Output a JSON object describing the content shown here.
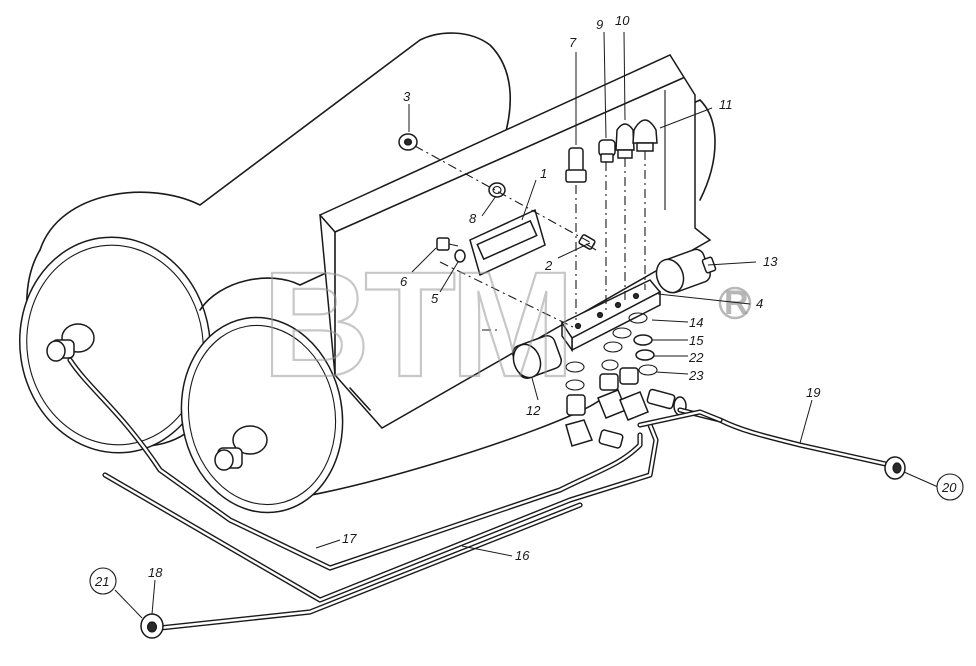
{
  "watermark": {
    "text": "BTM",
    "registered": "®"
  },
  "callouts": [
    {
      "id": "c1",
      "text": "1"
    },
    {
      "id": "c2",
      "text": "2"
    },
    {
      "id": "c3",
      "text": "3"
    },
    {
      "id": "c4",
      "text": "4"
    },
    {
      "id": "c5",
      "text": "5"
    },
    {
      "id": "c6",
      "text": "6"
    },
    {
      "id": "c7",
      "text": "7"
    },
    {
      "id": "c8",
      "text": "8"
    },
    {
      "id": "c9",
      "text": "9"
    },
    {
      "id": "c10",
      "text": "10"
    },
    {
      "id": "c11",
      "text": "11"
    },
    {
      "id": "c12",
      "text": "12"
    },
    {
      "id": "c13",
      "text": "13"
    },
    {
      "id": "c14",
      "text": "14"
    },
    {
      "id": "c15",
      "text": "15"
    },
    {
      "id": "c16",
      "text": "16"
    },
    {
      "id": "c17",
      "text": "17"
    },
    {
      "id": "c18",
      "text": "18"
    },
    {
      "id": "c19",
      "text": "19"
    },
    {
      "id": "c20",
      "text": "20"
    },
    {
      "id": "c21",
      "text": "21"
    },
    {
      "id": "c22",
      "text": "22"
    },
    {
      "id": "c23",
      "text": "23"
    }
  ]
}
